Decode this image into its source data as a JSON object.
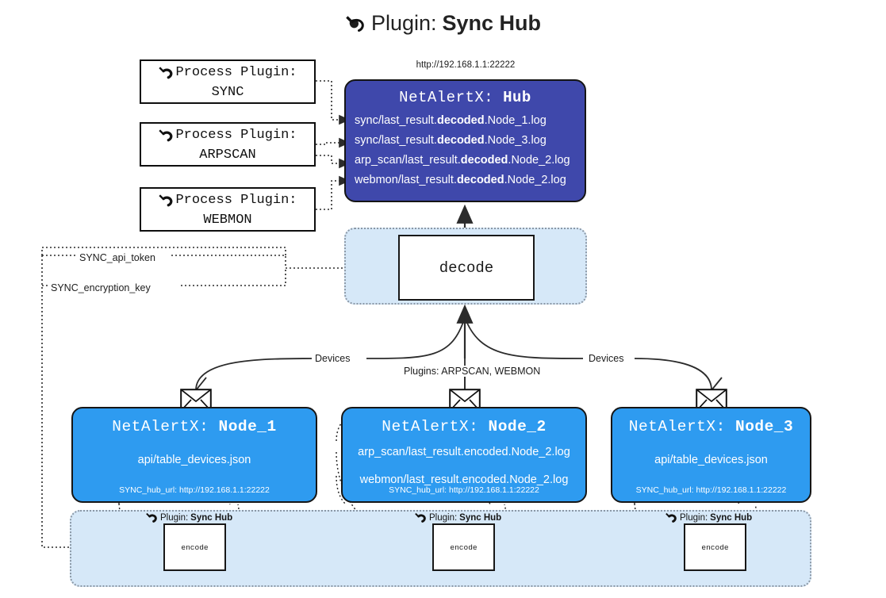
{
  "title": {
    "icon": "plug-icon",
    "prefix": "Plugin:",
    "name": "Sync Hub"
  },
  "hub": {
    "url": "http://192.168.1.1:22222",
    "title_prefix": "NetAlertX:",
    "title_name": "Hub",
    "lines": [
      {
        "pre": "sync/last_result.",
        "em": "decoded",
        "post": ".Node_1.log"
      },
      {
        "pre": "sync/last_result.",
        "em": "decoded",
        "post": ".Node_3.log"
      },
      {
        "pre": "arp_scan/last_result.",
        "em": "decoded",
        "post": ".Node_2.log"
      },
      {
        "pre": "webmon/last_result.",
        "em": "decoded",
        "post": ".Node_2.log"
      }
    ]
  },
  "process_plugins": [
    {
      "icon": "plug-icon",
      "line1": "Process Plugin:",
      "line2": "SYNC"
    },
    {
      "icon": "plug-icon",
      "line1": "Process Plugin:",
      "line2": "ARPSCAN"
    },
    {
      "icon": "plug-icon",
      "line1": "Process Plugin:",
      "line2": "WEBMON"
    }
  ],
  "decode": {
    "label": "decode"
  },
  "secrets": [
    {
      "label": "SYNC_api_token"
    },
    {
      "label": "SYNC_encryption_key"
    }
  ],
  "edge_labels": {
    "devices_left": "Devices",
    "devices_right": "Devices",
    "plugins_center": "Plugins: ARPSCAN, WEBMON"
  },
  "nodes": [
    {
      "title_prefix": "NetAlertX:",
      "title_name": "Node_1",
      "lines": [
        "api/table_devices.json"
      ],
      "url_label": "SYNC_hub_url: http://192.168.1.1:22222",
      "mail_icon": "envelope-icon"
    },
    {
      "title_prefix": "NetAlertX:",
      "title_name": "Node_2",
      "lines": [
        "arp_scan/last_result.encoded.Node_2.log",
        "webmon/last_result.encoded.Node_2.log"
      ],
      "url_label": "SYNC_hub_url: http://192.168.1.1:22222",
      "mail_icon": "envelope-icon"
    },
    {
      "title_prefix": "NetAlertX:",
      "title_name": "Node_3",
      "lines": [
        "api/table_devices.json"
      ],
      "url_label": "SYNC_hub_url: http://192.168.1.1:22222",
      "mail_icon": "envelope-icon"
    }
  ],
  "encoders": [
    {
      "plugin_prefix": "Plugin:",
      "plugin_name": "Sync Hub",
      "label": "encode",
      "icon": "plug-icon"
    },
    {
      "plugin_prefix": "Plugin:",
      "plugin_name": "Sync Hub",
      "label": "encode",
      "icon": "plug-icon"
    },
    {
      "plugin_prefix": "Plugin:",
      "plugin_name": "Sync Hub",
      "label": "encode",
      "icon": "plug-icon"
    }
  ],
  "colors": {
    "hub": "#3f48ab",
    "node": "#2e9bf0",
    "band": "#d6e8f8",
    "band_border": "#8b98a6",
    "stroke": "#161616"
  }
}
